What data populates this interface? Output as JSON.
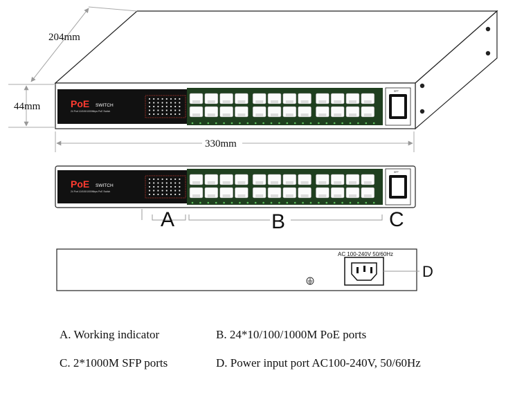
{
  "dimensions": {
    "depth": "204mm",
    "height": "44mm",
    "width": "330mm"
  },
  "front_panel": {
    "logo": "PoE",
    "logo_sub": "SWITCH",
    "subtitle": "24 Port 10/100/1000Mbps PoE Switch",
    "sfp_label": "SFP",
    "poe_label": "PoE"
  },
  "callouts": {
    "a": "A",
    "b": "B",
    "c": "C",
    "d": "D"
  },
  "rear_panel": {
    "power_label": "AC 100-240V 50/60Hz",
    "ground_symbol": "⏚"
  },
  "legend": {
    "a": "A. Working indicator",
    "b": "B. 24*10/100/1000M PoE ports",
    "c": "C. 2*1000M SFP ports",
    "d": "D. Power input port AC100-240V, 50/60Hz"
  }
}
